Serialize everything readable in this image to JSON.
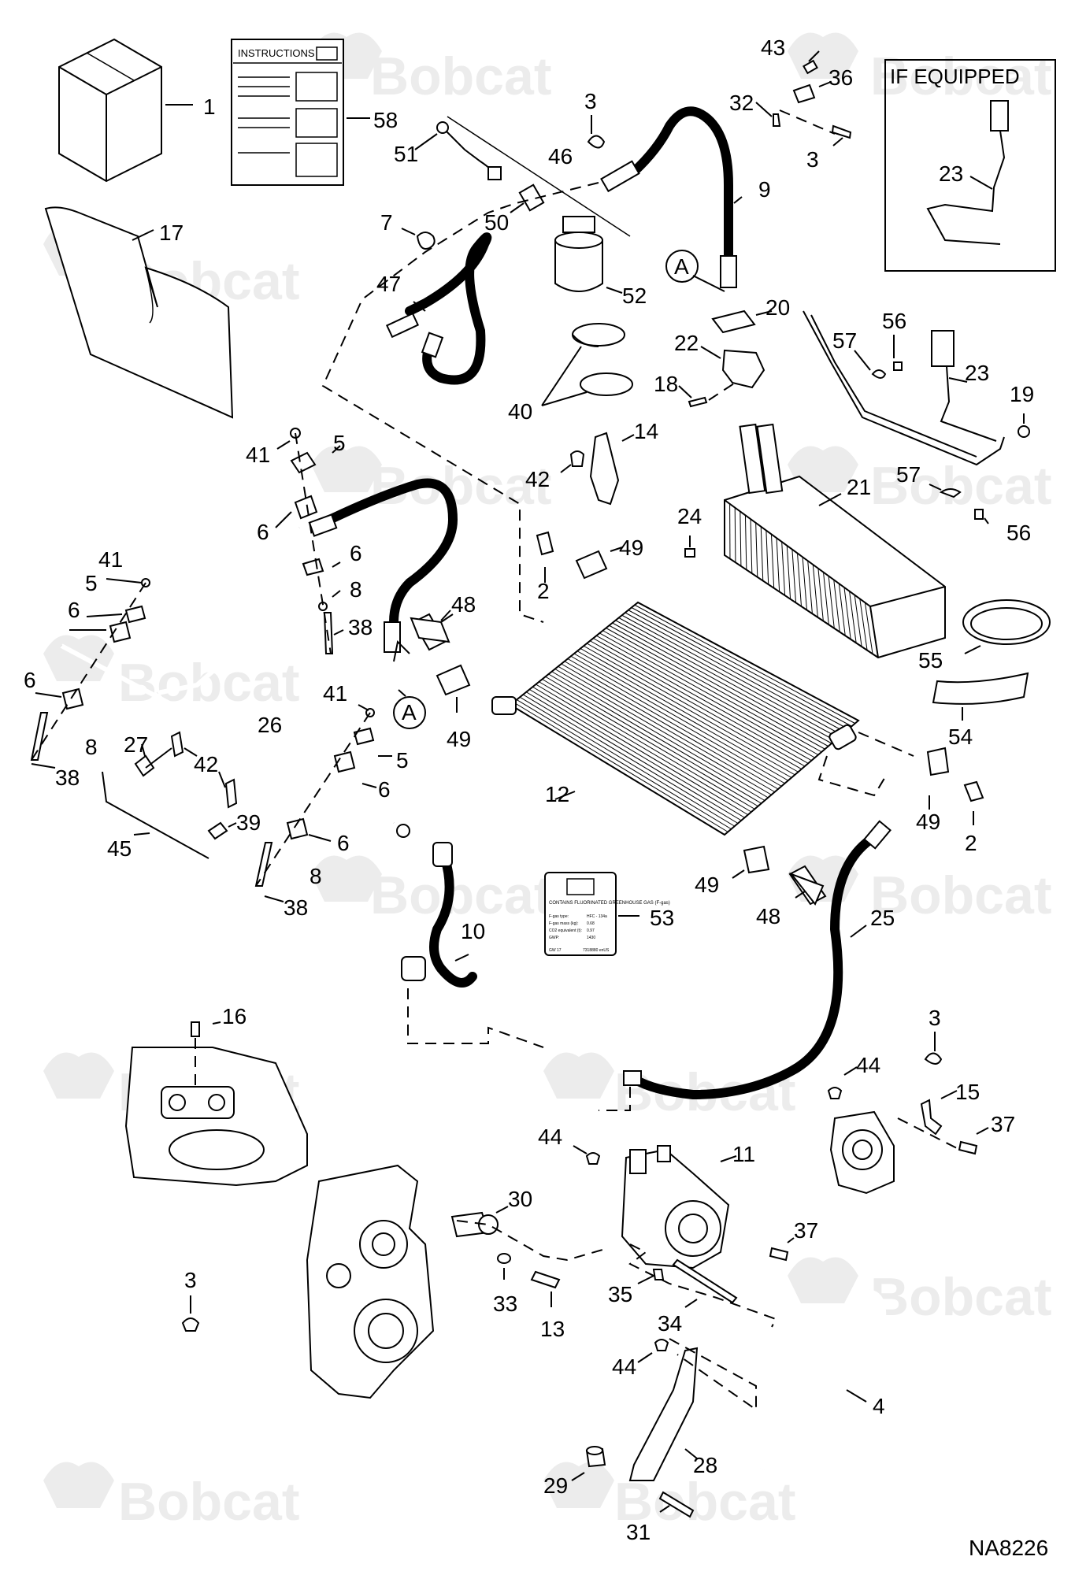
{
  "figure_id": "NA8226",
  "watermark": "Bobcat",
  "inset": {
    "title": "IF EQUIPPED"
  },
  "instructions_sheet": {
    "title": "INSTRUCTIONS"
  },
  "decal_53": {
    "heading": "CONTAINS FLUORINATED GREENHOUSE GAS (F-gas)",
    "rows": [
      {
        "k": "F-gas type:",
        "v": "HFC - 134a"
      },
      {
        "k": "F-gas mass (kg):",
        "v": "0.68"
      },
      {
        "k": "CO2 equivalent (t):",
        "v": "0.97"
      },
      {
        "k": "GWP:",
        "v": "1430"
      }
    ],
    "footer_left": "GW 17",
    "footer_right": "7318880 enUS"
  },
  "callouts": {
    "c1": "1",
    "c58": "58",
    "c43": "43",
    "c36": "36",
    "c3a": "3",
    "c32": "32",
    "c3b": "3",
    "c51": "51",
    "c46": "46",
    "c9": "9",
    "c17": "17",
    "c7": "7",
    "c50": "50",
    "c47": "47",
    "c52": "52",
    "c20": "20",
    "c22": "22",
    "c18": "18",
    "c40": "40",
    "c14": "14",
    "c57a": "57",
    "c56a": "56",
    "c23a": "23",
    "c19": "19",
    "c23b": "23",
    "c41a": "41",
    "c5a": "5",
    "c6a": "6",
    "c6b": "6",
    "c8a": "8",
    "c38a": "38",
    "c48a": "48",
    "c42a": "42",
    "c21": "21",
    "c57b": "57",
    "c56b": "56",
    "c24": "24",
    "c49a": "49",
    "c2a": "2",
    "c41b": "41",
    "c5b": "5",
    "c6c": "6",
    "c6d": "6",
    "c8b": "8",
    "c38b": "38",
    "c26": "26",
    "c27": "27",
    "c42b": "42",
    "c41c": "41",
    "c5c": "5",
    "c6e": "6",
    "c39": "39",
    "c45": "45",
    "c6f": "6",
    "c8c": "8",
    "c38c": "38",
    "c49b": "49",
    "c12": "12",
    "c55": "55",
    "c54": "54",
    "c49c": "49",
    "c2b": "2",
    "c49d": "49",
    "c48b": "48",
    "c53": "53",
    "c10": "10",
    "c25": "25",
    "c16": "16",
    "c3c": "3",
    "c44a": "44",
    "c15": "15",
    "c37a": "37",
    "c44b": "44",
    "c11": "11",
    "c30": "30",
    "c37b": "37",
    "c3d": "3",
    "c33": "33",
    "c13": "13",
    "c35": "35",
    "c34": "34",
    "c4": "4",
    "c44c": "44",
    "c28": "28",
    "c29": "29",
    "c31": "31",
    "cA1": "A",
    "cA2": "A"
  }
}
